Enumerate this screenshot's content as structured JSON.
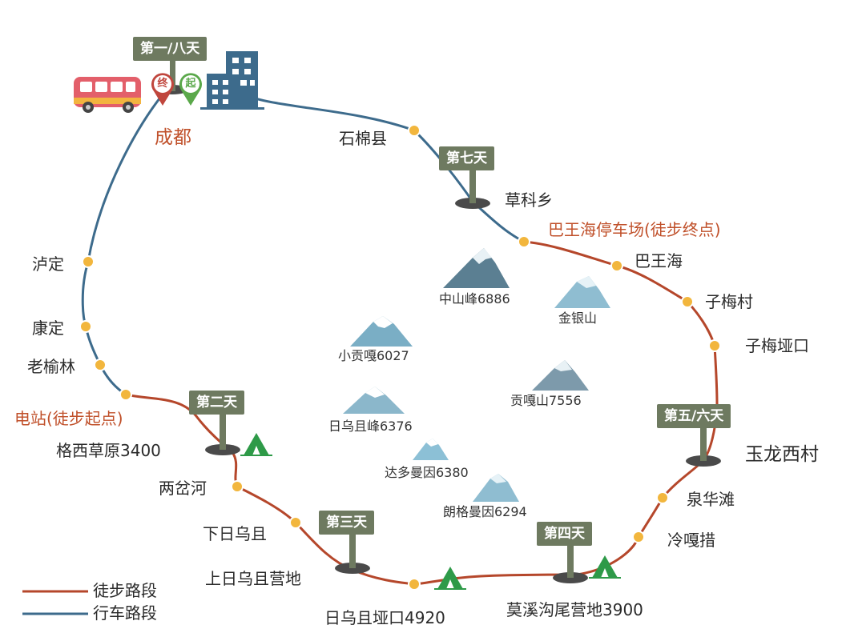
{
  "map": {
    "colors": {
      "hiking": "#b5472b",
      "driving": "#3d6b8c",
      "stop": "#f2b63d",
      "sign": "#6e7a60",
      "highlight": "#c0502a"
    },
    "start_city": {
      "name": "成都",
      "pin_end": "终",
      "pin_start": "起"
    },
    "day_signs": {
      "day1_8": "第一/八天",
      "day2": "第二天",
      "day3": "第三天",
      "day4": "第四天",
      "day5_6": "第五/六天",
      "day7": "第七天"
    },
    "places": {
      "shimian": "石棉县",
      "caoke": "草科乡",
      "bawanghai_parking": "巴王海停车场(徒步终点)",
      "bawanghai": "巴王海",
      "zimei_village": "子梅村",
      "zimei_pass": "子梅垭口",
      "yulongxi": "玉龙西村",
      "quanhuatan": "泉华滩",
      "lenggacuo": "冷嘎措",
      "moxigou": "莫溪沟尾营地3900",
      "riwuqie_pass": "日乌且垭口4920",
      "upper_riwuqie": "上日乌且营地",
      "lower_riwuqie": "下日乌且",
      "liangcha": "两岔河",
      "gexi": "格西草原3400",
      "power_station": "电站(徒步起点)",
      "laoyulin": "老榆林",
      "kangding": "康定",
      "luding": "泸定"
    },
    "peaks": {
      "zhongshan": "中山峰6886",
      "jinyin": "金银山",
      "xiaogongga": "小贡嘎6027",
      "gongga": "贡嘎山7556",
      "riwuqie_peak": "日乌且峰6376",
      "daduomanyin": "达多曼因6380",
      "langgemanyin": "朗格曼因6294"
    },
    "legend": {
      "hiking": "徒步路段",
      "driving": "行车路段"
    }
  }
}
